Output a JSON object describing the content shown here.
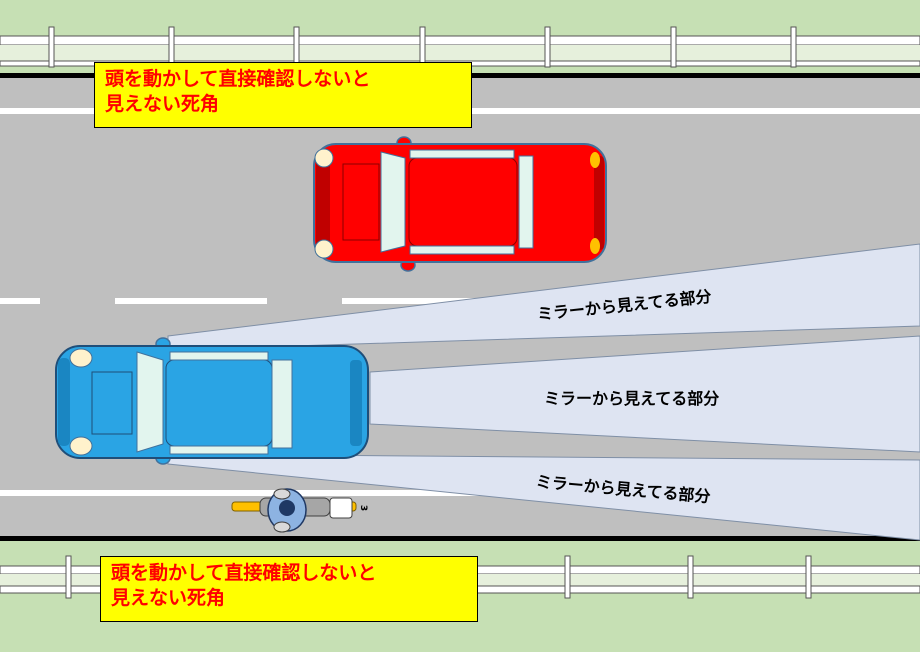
{
  "notes": {
    "top": {
      "line1": "頭を動かして直接確認しないと",
      "line2": "見えない死角"
    },
    "bottom": {
      "line1": "頭を動かして直接確認しないと",
      "line2": "見えない死角"
    }
  },
  "mirror_labels": {
    "upper": "ミラーから見えてる部分",
    "middle": "ミラーから見えてる部分",
    "lower": "ミラーから見えてる部分"
  },
  "motorcycle": {
    "plate": "3"
  },
  "colors": {
    "grass": "#c6e0b4",
    "road": "#bfbfbf",
    "red_car": "#ff0000",
    "blue_car": "#2aa4e4",
    "mirror_view": "#dee4f2",
    "note_bg": "#ffff00",
    "note_text": "#ff0000"
  }
}
